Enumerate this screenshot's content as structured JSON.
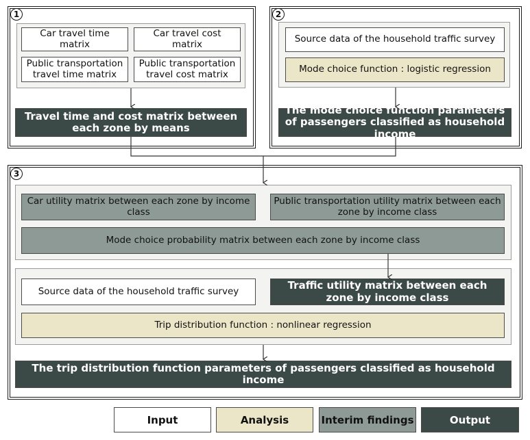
{
  "section1": {
    "number": "1",
    "car_time": "Car travel time matrix",
    "car_cost": "Car travel cost matrix",
    "pt_time": "Public transportation travel time matrix",
    "pt_cost": "Public transportation travel cost matrix",
    "output": "Travel time and cost matrix between each zone by means"
  },
  "section2": {
    "number": "2",
    "source": "Source data of the household traffic survey",
    "function": "Mode choice function : logistic regression",
    "output": "The mode choice function parameters of passengers classified as household income"
  },
  "section3": {
    "number": "3",
    "car_utility": "Car utility matrix between each zone by income class",
    "pt_utility": "Public transportation utility matrix between each zone by income class",
    "probability": "Mode choice probability matrix between each zone by income class",
    "source": "Source data of the household traffic survey",
    "traffic_utility": "Traffic utility matrix between each zone by income class",
    "trip_function": "Trip distribution function : nonlinear regression",
    "output": "The trip distribution function parameters of passengers classified as household income"
  },
  "legend": {
    "input": "Input",
    "analysis": "Analysis",
    "interim": "Interim findings",
    "output": "Output"
  },
  "colors": {
    "input": "#ffffff",
    "analysis": "#ece6c8",
    "interim": "#8e9a95",
    "output": "#3c4a47"
  }
}
